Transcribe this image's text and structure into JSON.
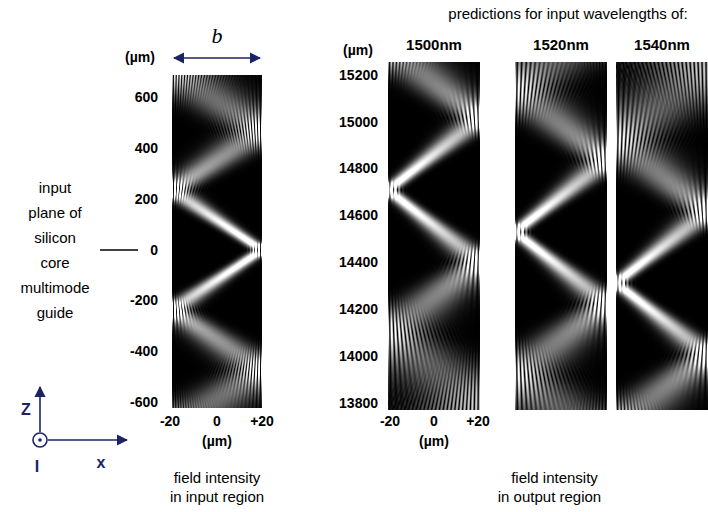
{
  "diagram": {
    "labels": [
      "predictions for input wavelengths of:",
      "b",
      "(µm)",
      "(µm)",
      "1500nm",
      "1520nm",
      "1540nm",
      "600",
      "400",
      "200",
      "0",
      "-200",
      "-400",
      "-600",
      "input plane of silicon core multimode guide",
      "15200",
      "15000",
      "14800",
      "14600",
      "14400",
      "14200",
      "14000",
      "13800",
      "-20",
      "0",
      "+20",
      "(µm)",
      "-20",
      "0",
      "+20",
      "(µm)",
      "Z",
      "I",
      "x",
      "field intensity in input region",
      "field intensity in output region"
    ]
  }
}
